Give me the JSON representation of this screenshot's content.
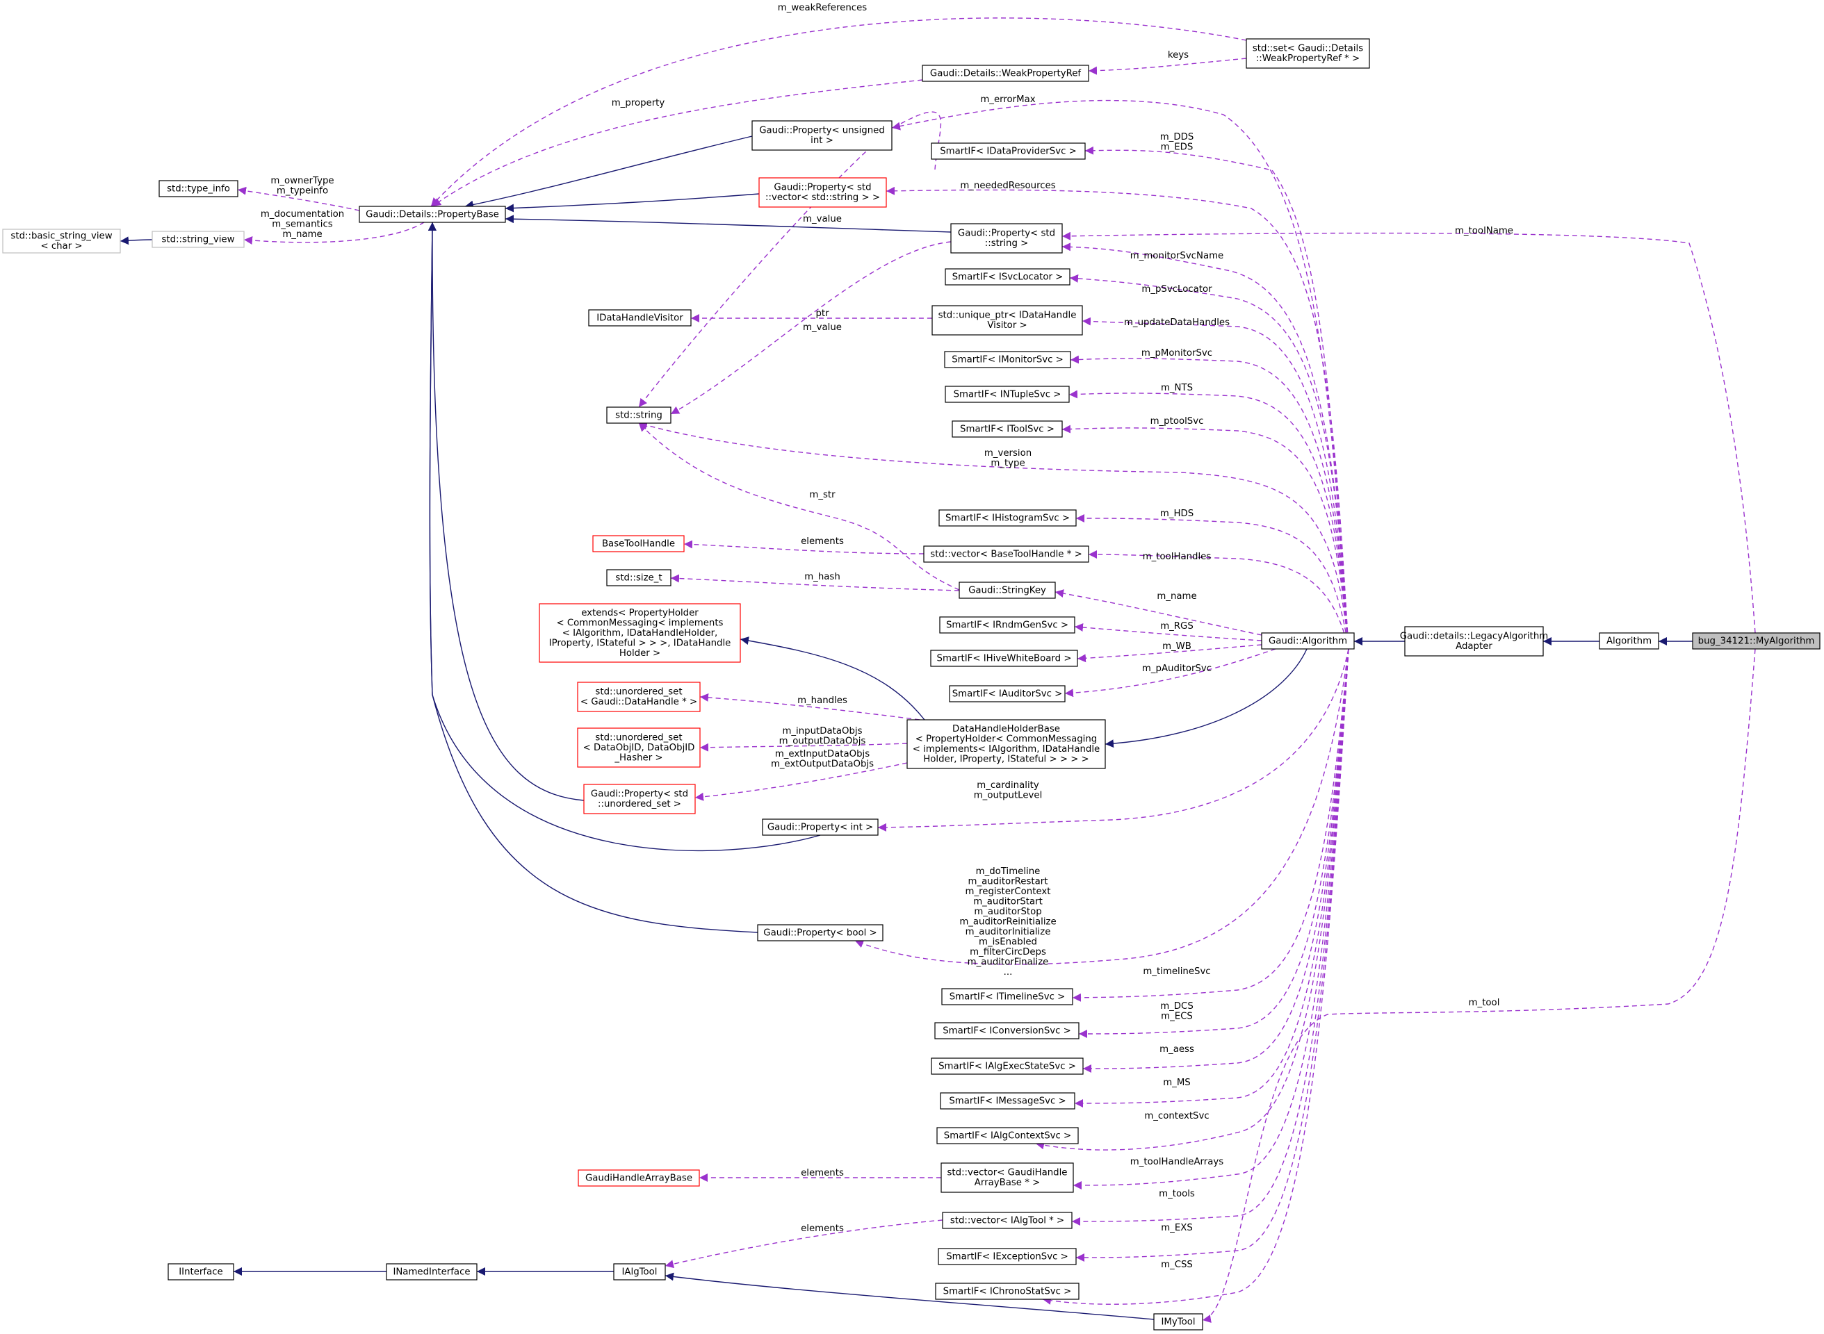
{
  "diagram": {
    "nodes": [
      {
        "id": "n_weakset",
        "lines": [
          "std::set< Gaudi::Details",
          "::WeakPropertyRef * >"
        ],
        "style": "normal"
      },
      {
        "id": "n_weakref",
        "lines": [
          "Gaudi::Details::WeakPropertyRef"
        ],
        "style": "normal"
      },
      {
        "id": "n_prop_uint",
        "lines": [
          "Gaudi::Property< unsigned",
          "int >"
        ],
        "style": "normal"
      },
      {
        "id": "n_dataprov",
        "lines": [
          "SmartIF< IDataProviderSvc >"
        ],
        "style": "normal"
      },
      {
        "id": "n_typeinfo",
        "lines": [
          "std::type_info"
        ],
        "style": "normal"
      },
      {
        "id": "n_propbase",
        "lines": [
          "Gaudi::Details::PropertyBase"
        ],
        "style": "normal"
      },
      {
        "id": "n_prop_vecstr",
        "lines": [
          "Gaudi::Property< std",
          "::vector< std::string > >"
        ],
        "style": "red"
      },
      {
        "id": "n_bsv",
        "lines": [
          "std::basic_string_view",
          "< char >"
        ],
        "style": "grey"
      },
      {
        "id": "n_sv",
        "lines": [
          "std::string_view"
        ],
        "style": "grey"
      },
      {
        "id": "n_prop_str",
        "lines": [
          "Gaudi::Property< std",
          "::string >"
        ],
        "style": "normal"
      },
      {
        "id": "n_svcloc",
        "lines": [
          "SmartIF< ISvcLocator >"
        ],
        "style": "normal"
      },
      {
        "id": "n_dhvisitor",
        "lines": [
          "IDataHandleVisitor"
        ],
        "style": "normal"
      },
      {
        "id": "n_uptr",
        "lines": [
          "std::unique_ptr< IDataHandle",
          "Visitor >"
        ],
        "style": "normal"
      },
      {
        "id": "n_monitor",
        "lines": [
          "SmartIF< IMonitorSvc >"
        ],
        "style": "normal"
      },
      {
        "id": "n_string",
        "lines": [
          "std::string"
        ],
        "style": "normal"
      },
      {
        "id": "n_ntuple",
        "lines": [
          "SmartIF< INTupleSvc >"
        ],
        "style": "normal"
      },
      {
        "id": "n_toolsvc",
        "lines": [
          "SmartIF< IToolSvc >"
        ],
        "style": "normal"
      },
      {
        "id": "n_histo",
        "lines": [
          "SmartIF< IHistogramSvc >"
        ],
        "style": "normal"
      },
      {
        "id": "n_bth",
        "lines": [
          "BaseToolHandle"
        ],
        "style": "red"
      },
      {
        "id": "n_vec_bth",
        "lines": [
          "std::vector< BaseToolHandle * >"
        ],
        "style": "normal"
      },
      {
        "id": "n_sizet",
        "lines": [
          "std::size_t"
        ],
        "style": "normal"
      },
      {
        "id": "n_strkey",
        "lines": [
          "Gaudi::StringKey"
        ],
        "style": "normal"
      },
      {
        "id": "n_extends",
        "lines": [
          "extends< PropertyHolder",
          "< CommonMessaging< implements",
          "< IAlgorithm, IDataHandleHolder,",
          " IProperty, IStateful > > >, IDataHandle",
          "Holder >"
        ],
        "style": "red"
      },
      {
        "id": "n_rndm",
        "lines": [
          "SmartIF< IRndmGenSvc >"
        ],
        "style": "normal"
      },
      {
        "id": "n_algorithm",
        "lines": [
          "Gaudi::Algorithm"
        ],
        "style": "normal"
      },
      {
        "id": "n_legacy",
        "lines": [
          "Gaudi::details::LegacyAlgorithm",
          "Adapter"
        ],
        "style": "normal"
      },
      {
        "id": "n_alg",
        "lines": [
          "Algorithm"
        ],
        "style": "normal"
      },
      {
        "id": "n_myalg",
        "lines": [
          "bug_34121::MyAlgorithm"
        ],
        "style": "focus"
      },
      {
        "id": "n_hivewb",
        "lines": [
          "SmartIF< IHiveWhiteBoard >"
        ],
        "style": "normal"
      },
      {
        "id": "n_uset_dh",
        "lines": [
          "std::unordered_set",
          "< Gaudi::DataHandle * >"
        ],
        "style": "red"
      },
      {
        "id": "n_auditor",
        "lines": [
          "SmartIF< IAuditorSvc >"
        ],
        "style": "normal"
      },
      {
        "id": "n_uset_id",
        "lines": [
          "std::unordered_set",
          "< DataObjID, DataObjID",
          "_Hasher >"
        ],
        "style": "red"
      },
      {
        "id": "n_dhhb",
        "lines": [
          "DataHandleHolderBase",
          "< PropertyHolder< CommonMessaging",
          "< implements< IAlgorithm, IDataHandle",
          "Holder, IProperty, IStateful > > > >"
        ],
        "style": "normal"
      },
      {
        "id": "n_prop_uset",
        "lines": [
          "Gaudi::Property< std",
          "::unordered_set >"
        ],
        "style": "red"
      },
      {
        "id": "n_prop_int",
        "lines": [
          "Gaudi::Property< int >"
        ],
        "style": "normal"
      },
      {
        "id": "n_prop_bool",
        "lines": [
          "Gaudi::Property< bool >"
        ],
        "style": "normal"
      },
      {
        "id": "n_timeline",
        "lines": [
          "SmartIF< ITimelineSvc >"
        ],
        "style": "normal"
      },
      {
        "id": "n_conv",
        "lines": [
          "SmartIF< IConversionSvc >"
        ],
        "style": "normal"
      },
      {
        "id": "n_execstate",
        "lines": [
          "SmartIF< IAlgExecStateSvc >"
        ],
        "style": "normal"
      },
      {
        "id": "n_msg",
        "lines": [
          "SmartIF< IMessageSvc >"
        ],
        "style": "normal"
      },
      {
        "id": "n_ctx",
        "lines": [
          "SmartIF< IAlgContextSvc >"
        ],
        "style": "normal"
      },
      {
        "id": "n_ghab",
        "lines": [
          "GaudiHandleArrayBase"
        ],
        "style": "red"
      },
      {
        "id": "n_vec_gha",
        "lines": [
          "std::vector< GaudiHandle",
          "ArrayBase * >"
        ],
        "style": "normal"
      },
      {
        "id": "n_vec_algtool",
        "lines": [
          "std::vector< IAlgTool * >"
        ],
        "style": "normal"
      },
      {
        "id": "n_except",
        "lines": [
          "SmartIF< IExceptionSvc >"
        ],
        "style": "normal"
      },
      {
        "id": "n_iinterface",
        "lines": [
          "IInterface"
        ],
        "style": "normal"
      },
      {
        "id": "n_inamed",
        "lines": [
          "INamedInterface"
        ],
        "style": "normal"
      },
      {
        "id": "n_ialgtool",
        "lines": [
          "IAlgTool"
        ],
        "style": "normal"
      },
      {
        "id": "n_chrono",
        "lines": [
          "SmartIF< IChronoStatSvc >"
        ],
        "style": "normal"
      },
      {
        "id": "n_imytool",
        "lines": [
          "IMyTool"
        ],
        "style": "normal"
      }
    ],
    "edges": [
      {
        "id": "e_weakrefs",
        "kind": "use",
        "labels": [
          "m_weakReferences"
        ]
      },
      {
        "id": "e_keys",
        "kind": "use",
        "labels": [
          "keys"
        ]
      },
      {
        "id": "e_property",
        "kind": "use",
        "labels": [
          "m_property"
        ]
      },
      {
        "id": "e_errormax",
        "kind": "use",
        "labels": [
          "m_errorMax"
        ]
      },
      {
        "id": "e_dds",
        "kind": "use",
        "labels": [
          "m_DDS",
          "m_EDS"
        ]
      },
      {
        "id": "e_ownertype",
        "kind": "use",
        "labels": [
          "m_ownerType",
          "m_typeinfo"
        ]
      },
      {
        "id": "e_neededres",
        "kind": "use",
        "labels": [
          "m_neededResources"
        ]
      },
      {
        "id": "e_doc",
        "kind": "use",
        "labels": [
          "m_documentation",
          "m_semantics",
          "m_name"
        ]
      },
      {
        "id": "e_value1",
        "kind": "use",
        "labels": [
          "m_value"
        ]
      },
      {
        "id": "e_toolname",
        "kind": "use",
        "labels": [
          "m_toolName"
        ]
      },
      {
        "id": "e_monsvcname",
        "kind": "use",
        "labels": [
          "m_monitorSvcName"
        ]
      },
      {
        "id": "e_psvcloc",
        "kind": "use",
        "labels": [
          "m_pSvcLocator"
        ]
      },
      {
        "id": "e_ptr",
        "kind": "use",
        "labels": [
          "ptr"
        ]
      },
      {
        "id": "e_value2",
        "kind": "use",
        "labels": [
          "m_value"
        ]
      },
      {
        "id": "e_updatedh",
        "kind": "use",
        "labels": [
          "m_updateDataHandles"
        ]
      },
      {
        "id": "e_pmonitor",
        "kind": "use",
        "labels": [
          "m_pMonitorSvc"
        ]
      },
      {
        "id": "e_nts",
        "kind": "use",
        "labels": [
          "m_NTS"
        ]
      },
      {
        "id": "e_ptoolsvc",
        "kind": "use",
        "labels": [
          "m_ptoolSvc"
        ]
      },
      {
        "id": "e_version",
        "kind": "use",
        "labels": [
          "m_version",
          "m_type"
        ]
      },
      {
        "id": "e_str",
        "kind": "use",
        "labels": [
          "m_str"
        ]
      },
      {
        "id": "e_hds",
        "kind": "use",
        "labels": [
          "m_HDS"
        ]
      },
      {
        "id": "e_elements1",
        "kind": "use",
        "labels": [
          "elements"
        ]
      },
      {
        "id": "e_toolhandles",
        "kind": "use",
        "labels": [
          "m_toolHandles"
        ]
      },
      {
        "id": "e_hash",
        "kind": "use",
        "labels": [
          "m_hash"
        ]
      },
      {
        "id": "e_name",
        "kind": "use",
        "labels": [
          "m_name"
        ]
      },
      {
        "id": "e_rgs",
        "kind": "use",
        "labels": [
          "m_RGS"
        ]
      },
      {
        "id": "e_wb",
        "kind": "use",
        "labels": [
          "m_WB"
        ]
      },
      {
        "id": "e_pauditor",
        "kind": "use",
        "labels": [
          "m_pAuditorSvc"
        ]
      },
      {
        "id": "e_handles",
        "kind": "use",
        "labels": [
          "m_handles"
        ]
      },
      {
        "id": "e_inputobjs",
        "kind": "use",
        "labels": [
          "m_inputDataObjs",
          "m_outputDataObjs"
        ]
      },
      {
        "id": "e_extinput",
        "kind": "use",
        "labels": [
          "m_extInputDataObjs",
          "m_extOutputDataObjs"
        ]
      },
      {
        "id": "e_cardinality",
        "kind": "use",
        "labels": [
          "m_cardinality",
          "m_outputLevel"
        ]
      },
      {
        "id": "e_bools",
        "kind": "use",
        "labels": [
          "m_doTimeline",
          "m_auditorRestart",
          "m_registerContext",
          "m_auditorStart",
          "m_auditorStop",
          "m_auditorReinitialize",
          "m_auditorInitialize",
          "m_isEnabled",
          "m_filterCircDeps",
          "m_auditorFinalize",
          "..."
        ]
      },
      {
        "id": "e_timeline",
        "kind": "use",
        "labels": [
          "m_timelineSvc"
        ]
      },
      {
        "id": "e_dcs",
        "kind": "use",
        "labels": [
          "m_DCS",
          "m_ECS"
        ]
      },
      {
        "id": "e_aess",
        "kind": "use",
        "labels": [
          "m_aess"
        ]
      },
      {
        "id": "e_ms",
        "kind": "use",
        "labels": [
          "m_MS"
        ]
      },
      {
        "id": "e_contextsvc",
        "kind": "use",
        "labels": [
          "m_contextSvc"
        ]
      },
      {
        "id": "e_toolhandlearrays",
        "kind": "use",
        "labels": [
          "m_toolHandleArrays"
        ]
      },
      {
        "id": "e_elements2",
        "kind": "use",
        "labels": [
          "elements"
        ]
      },
      {
        "id": "e_tools",
        "kind": "use",
        "labels": [
          "m_tools"
        ]
      },
      {
        "id": "e_elements3",
        "kind": "use",
        "labels": [
          "elements"
        ]
      },
      {
        "id": "e_exs",
        "kind": "use",
        "labels": [
          "m_EXS"
        ]
      },
      {
        "id": "e_css",
        "kind": "use",
        "labels": [
          "m_CSS"
        ]
      },
      {
        "id": "e_tool",
        "kind": "use",
        "labels": [
          "m_tool"
        ]
      }
    ],
    "colors": {
      "inheritance_edge": "#191970",
      "usage_edge": "#9a32cd",
      "focus_fill": "#bfbfbf",
      "incomplete_border": "#ff0000",
      "external_border": "#bfbfbf"
    }
  }
}
